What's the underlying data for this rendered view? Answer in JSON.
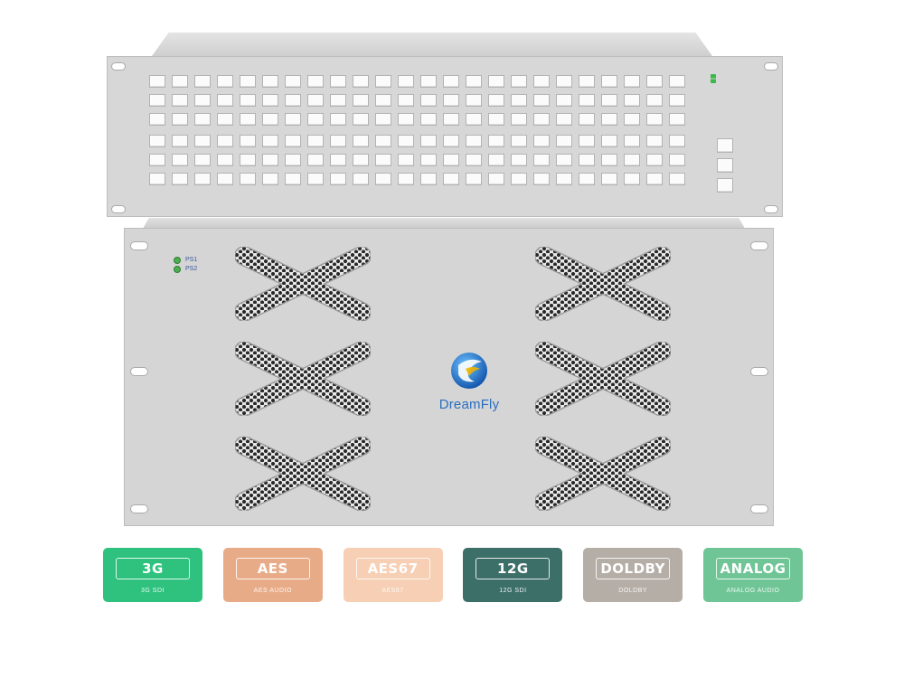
{
  "brand": {
    "name": "DreamFly",
    "logo_icon": "dreamfly-swirl-logo"
  },
  "power_indicators": [
    {
      "label": "PS1",
      "color": "#4caf50"
    },
    {
      "label": "PS2",
      "color": "#4caf50"
    }
  ],
  "keypad": {
    "rows": 6,
    "columns": 24,
    "side_buttons": 3
  },
  "vents": 6,
  "badges": [
    {
      "title": "3G",
      "subtitle": "3G SDI",
      "color": "#2ec27e"
    },
    {
      "title": "AES",
      "subtitle": "AES AUDIO",
      "color": "#e8ab88"
    },
    {
      "title": "AES67",
      "subtitle": "AES67",
      "color": "#f6cfb4"
    },
    {
      "title": "12G",
      "subtitle": "12G SDI",
      "color": "#3d6f69"
    },
    {
      "title": "DOLDBY",
      "subtitle": "DOLDBY",
      "color": "#b5aea6"
    },
    {
      "title": "ANALOG",
      "subtitle": "ANALOG AUDIO",
      "color": "#6fc596"
    }
  ]
}
